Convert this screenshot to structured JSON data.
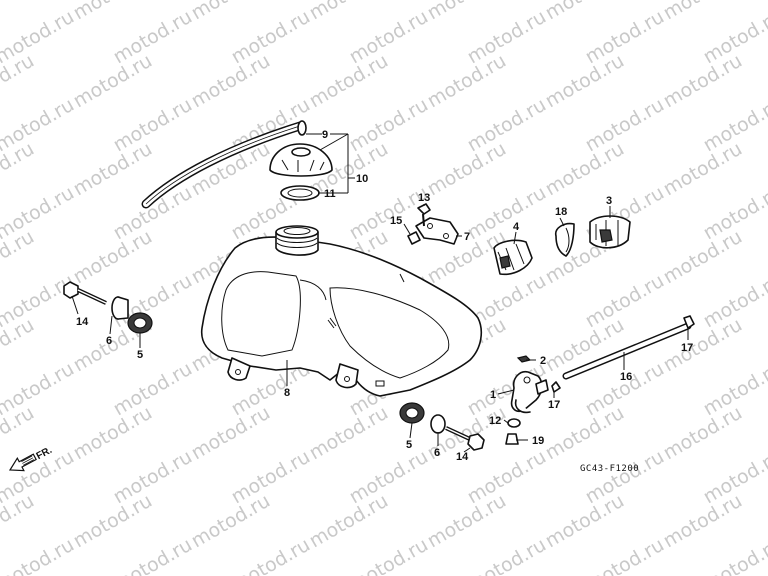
{
  "watermark": {
    "text": "motod.ru"
  },
  "diagram_code": "GC43-F1200",
  "direction_label": "FR.",
  "callouts": {
    "c1": "1",
    "c2": "2",
    "c3": "3",
    "c4": "4",
    "c5a": "5",
    "c5b": "5",
    "c6a": "6",
    "c6b": "6",
    "c7": "7",
    "c8": "8",
    "c9": "9",
    "c10": "10",
    "c11": "11",
    "c12": "12",
    "c13": "13",
    "c14a": "14",
    "c14b": "14",
    "c15": "15",
    "c16": "16",
    "c17a": "17",
    "c17b": "17",
    "c18": "18",
    "c19": "19"
  }
}
